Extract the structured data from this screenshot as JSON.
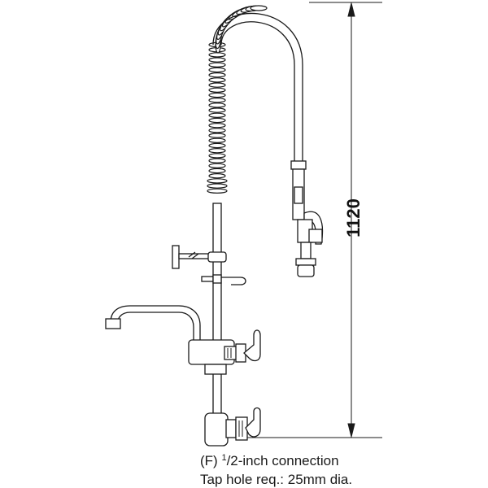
{
  "dimension": {
    "height_label": "1120"
  },
  "caption": {
    "prefix": "(F) ",
    "fraction_numerator": "1",
    "connection_text": "/2-inch connection",
    "tap_hole": "Tap hole req.: 25mm dia."
  },
  "colors": {
    "line": "#1a1a1a",
    "background": "#ffffff"
  }
}
